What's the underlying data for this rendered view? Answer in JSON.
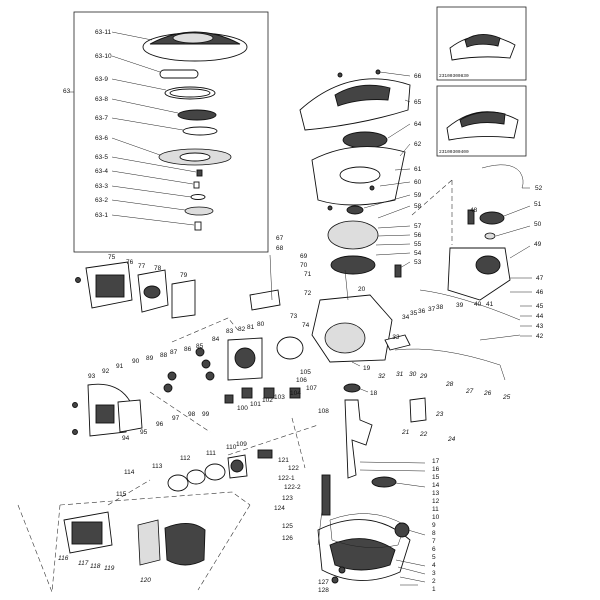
{
  "inset_box_label": "63",
  "inset_labels": [
    "63-11",
    "63-10",
    "63-9",
    "63-8",
    "63-7",
    "63-6",
    "63-5",
    "63-4",
    "63-3",
    "63-2",
    "63-1"
  ],
  "alt_cover_codes": [
    "23100300830",
    "23100300400"
  ],
  "callouts": [
    "1",
    "2",
    "3",
    "4",
    "5",
    "6",
    "7",
    "8",
    "9",
    "10",
    "11",
    "12",
    "13",
    "14",
    "15",
    "16",
    "17",
    "18",
    "19",
    "20",
    "21",
    "22",
    "23",
    "24",
    "25",
    "26",
    "27",
    "28",
    "29",
    "30",
    "31",
    "32",
    "33",
    "34",
    "35",
    "36",
    "37",
    "38",
    "39",
    "40",
    "41",
    "42",
    "43",
    "44",
    "45",
    "46",
    "47",
    "48",
    "49",
    "50",
    "51",
    "52",
    "53",
    "54",
    "55",
    "56",
    "57",
    "58",
    "59",
    "60",
    "61",
    "62",
    "64",
    "65",
    "66",
    "67",
    "68",
    "69",
    "70",
    "71",
    "72",
    "73",
    "74",
    "75",
    "76",
    "77",
    "78",
    "79",
    "80",
    "81",
    "82",
    "83",
    "84",
    "85",
    "86",
    "87",
    "88",
    "89",
    "90",
    "91",
    "92",
    "93",
    "94",
    "95",
    "96",
    "97",
    "98",
    "99",
    "100",
    "101",
    "102",
    "103",
    "104",
    "105",
    "106",
    "107",
    "108",
    "109",
    "110",
    "111",
    "112",
    "113",
    "114",
    "115",
    "116",
    "117",
    "118",
    "119",
    "120",
    "121",
    "122",
    "122-1",
    "122-2",
    "123",
    "124",
    "125",
    "126",
    "127",
    "128"
  ]
}
